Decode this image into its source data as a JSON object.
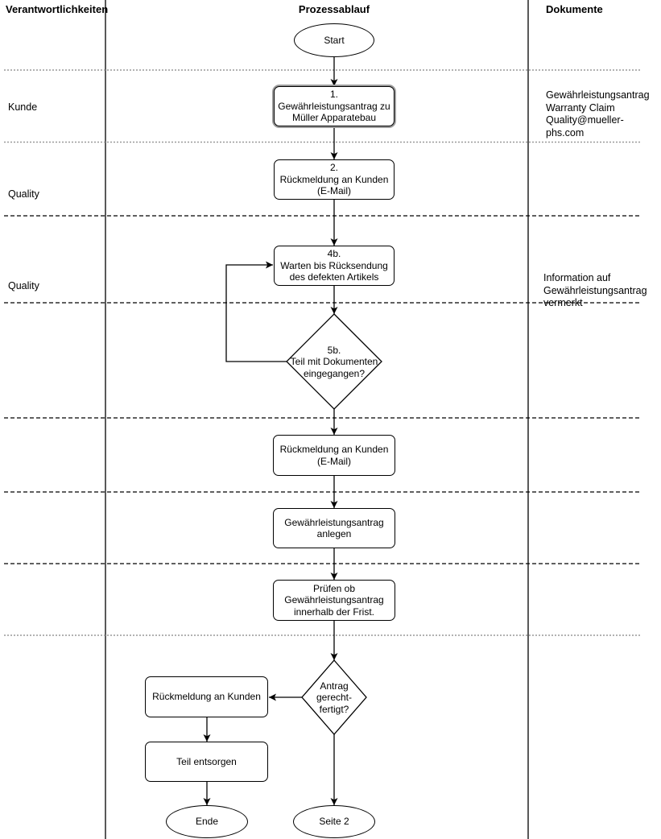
{
  "columns": {
    "left_header": "Verantwortlichkeiten",
    "center_header": "Prozessablauf",
    "right_header": "Dokumente"
  },
  "lane_labels": [
    {
      "lane": "row-1",
      "text": "Kunde"
    },
    {
      "lane": "row-2",
      "text": "Quality"
    },
    {
      "lane": "row-3",
      "text": "Quality"
    }
  ],
  "nodes": {
    "start": {
      "type": "terminator",
      "label": "Start"
    },
    "step1": {
      "type": "process",
      "label": "1.\nGewährleistungsantrag zu\nMüller Apparatebau"
    },
    "step2": {
      "type": "process",
      "label": "2.\nRückmeldung an Kunden\n(E-Mail)"
    },
    "step4b": {
      "type": "process",
      "label": "4b.\nWarten bis Rücksendung\ndes defekten Artikels"
    },
    "dec5b": {
      "type": "decision",
      "label": "5b.\nTeil mit Dokumenten\neingegangen?"
    },
    "feedback_email": {
      "type": "process",
      "label": "Rückmeldung an Kunden\n(E-Mail)"
    },
    "create_claim": {
      "type": "process",
      "label": "Gewährleistungsantrag\nanlegen"
    },
    "check_deadline": {
      "type": "process",
      "label": "Prüfen ob\nGewährleistungsantrag\ninnerhalb der Frist."
    },
    "dec_justified": {
      "type": "decision",
      "label": "Antrag\ngerecht-\nfertigt?"
    },
    "feedback_customer": {
      "type": "process",
      "label": "Rückmeldung an Kunden"
    },
    "dispose_part": {
      "type": "process",
      "label": "Teil entsorgen"
    },
    "end": {
      "type": "terminator",
      "label": "Ende"
    },
    "page2": {
      "type": "terminator",
      "label": "Seite 2"
    }
  },
  "documents": [
    {
      "row": "row-1",
      "text": "Gewährleistungsantrag\nWarranty Claim\nQuality@mueller-phs.com"
    },
    {
      "row": "row-3",
      "text": "Information auf\nGewährleistungsantrag\nvermerkt"
    }
  ],
  "colors": {
    "stroke": "#000000",
    "separator_gray": "#999999",
    "double_border_gray": "#9c9c9c",
    "background": "#ffffff"
  }
}
